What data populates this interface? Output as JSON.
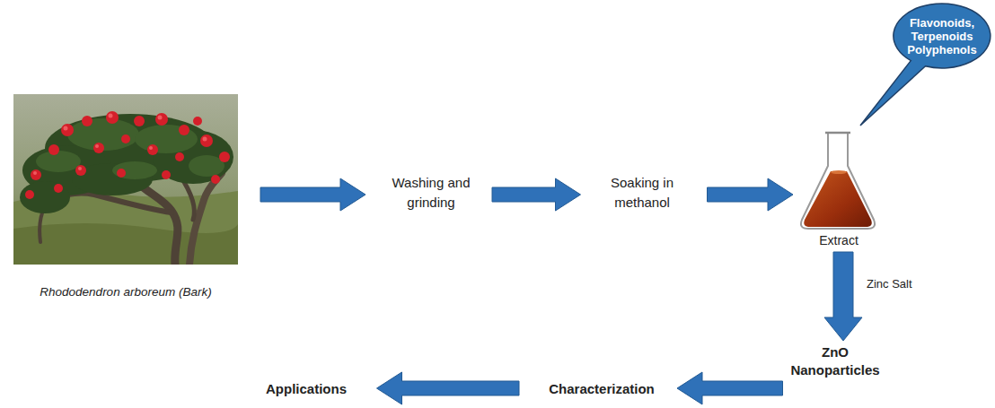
{
  "diagram": {
    "nodes": [
      {
        "text": [
          "Rhododendron arboreum (Bark)"
        ]
      },
      {
        "text": [
          "Washing and grinding"
        ]
      },
      {
        "text": [
          "Soaking in methanol"
        ]
      },
      {
        "text": [
          "Extract"
        ]
      },
      {
        "text": [
          "Flavonoids, Terpenoids Polyphenols"
        ]
      },
      {
        "text": [
          "ZnO Nanoparticles"
        ]
      },
      {
        "text": [
          "Characterization"
        ]
      },
      {
        "text": [
          "Applications"
        ]
      }
    ],
    "edges": [
      {
        "from": 0,
        "to": 1,
        "arrow": "to"
      },
      {
        "from": 1,
        "to": 2,
        "arrow": "to"
      },
      {
        "from": 2,
        "to": 3,
        "arrow": "to"
      },
      {
        "from": 3,
        "to": 5,
        "label": "Zinc Salt",
        "arrow": "to"
      },
      {
        "from": 5,
        "to": 6,
        "arrow": "to"
      },
      {
        "from": 6,
        "to": 7,
        "arrow": "to"
      }
    ]
  }
}
